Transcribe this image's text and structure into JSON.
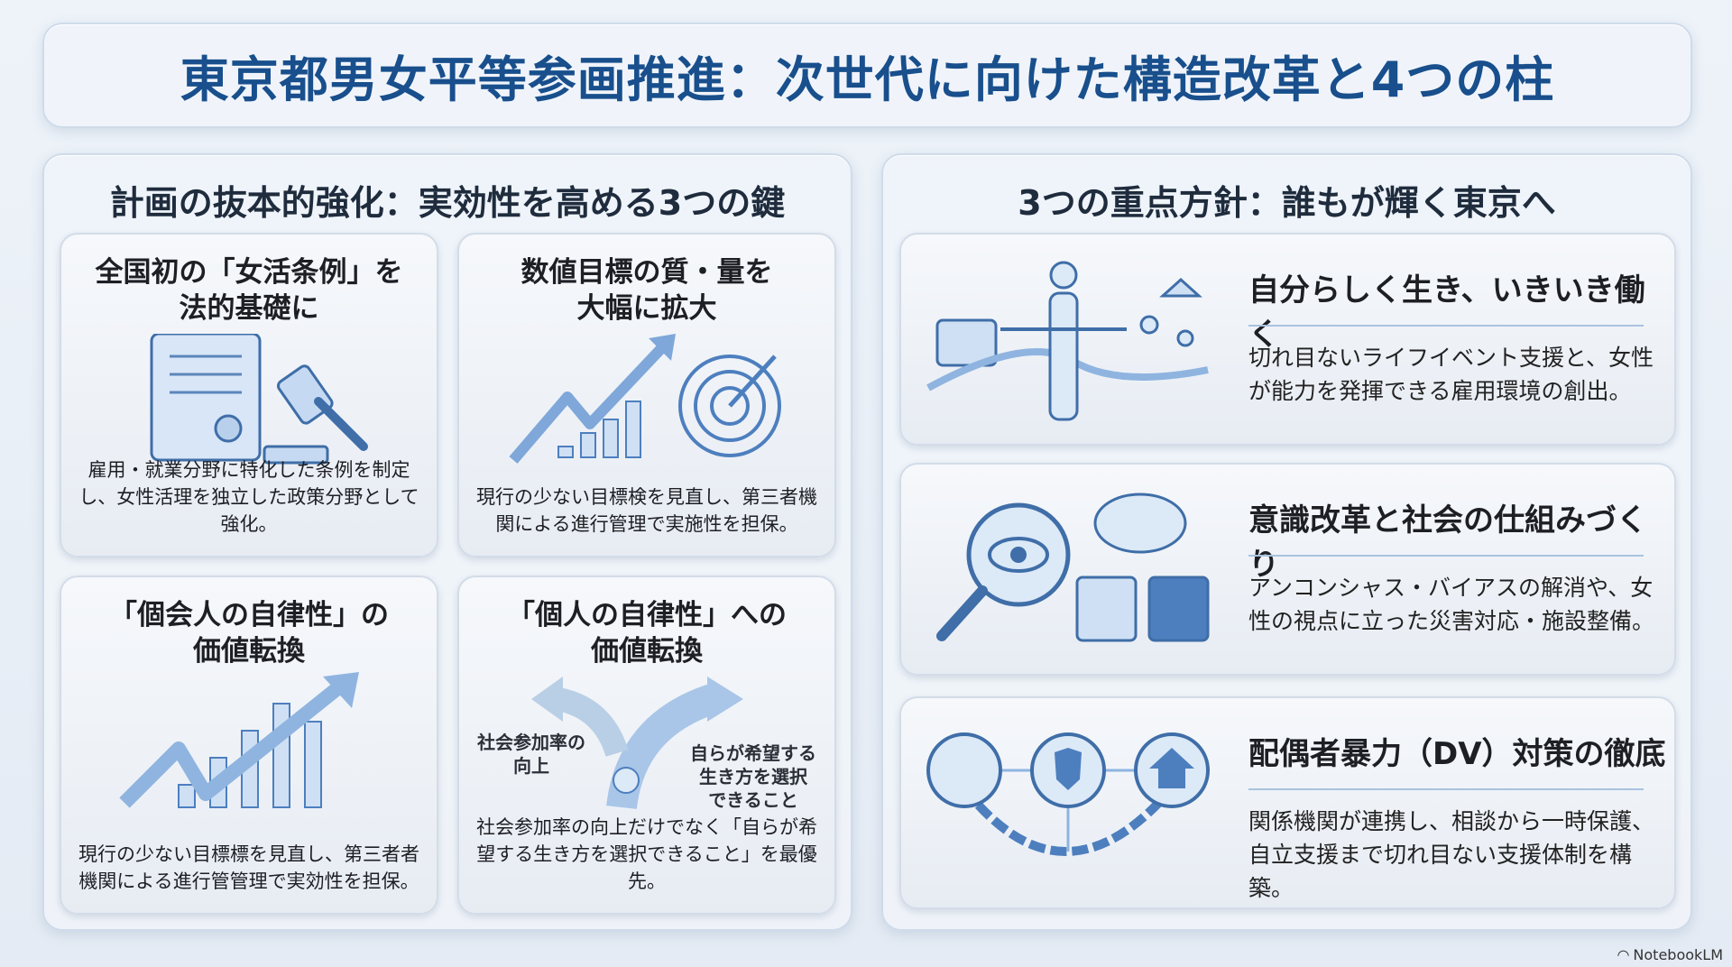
{
  "title": "東京都男女平等参画推進：次世代に向けた構造改革と4つの柱",
  "left": {
    "heading": "計画の抜本的強化：実効性を高める3つの鍵",
    "cards": [
      {
        "title": "全国初の「女活条例」を\n法的基礎に",
        "body": "雇用・就業分野に特化した条例を制定し、女性活理を独立した政策分野として強化。"
      },
      {
        "title": "数値目標の質・量を\n大幅に拡大",
        "body": "現行の少ない目標検を見直し、第三者機関による進行管理で実施性を担保。"
      },
      {
        "title": "「個会人の自律性」の\n価値転換",
        "body": "現行の少ない目標標を見直し、第三者者機関による進行管管理で実効性を担保。"
      },
      {
        "title": "「個人の自律性」への\n価値転換",
        "body": "社会参加率の向上だけでなく「自らが希望する生き方を選択できること」を最優先。",
        "label_left": "社会参加率の\n向上",
        "label_right": "自らが希望する\n生き方を選択\nできること"
      }
    ]
  },
  "right": {
    "heading": "3つの重点方針：誰もが輝く東京へ",
    "cards": [
      {
        "title": "自分らしく生き、いきいき働く",
        "body": "切れ目ないライフイベント支援と、女性が能力を発揮できる雇用環境の創出。"
      },
      {
        "title": "意識改革と社会の仕組みづくり",
        "body": "アンコンシャス・バイアスの解消や、女性の視点に立った災害対応・施設整備。"
      },
      {
        "title": "配偶者暴力（DV）対策の徹底",
        "body": "関係機関が連携し、相談から一時保護、自立支援まで切れ目ない支援体制を構築。"
      }
    ]
  },
  "watermark": "NotebookLM",
  "colors": {
    "accent": "#184f8c",
    "icon": "#4d7fbf"
  }
}
